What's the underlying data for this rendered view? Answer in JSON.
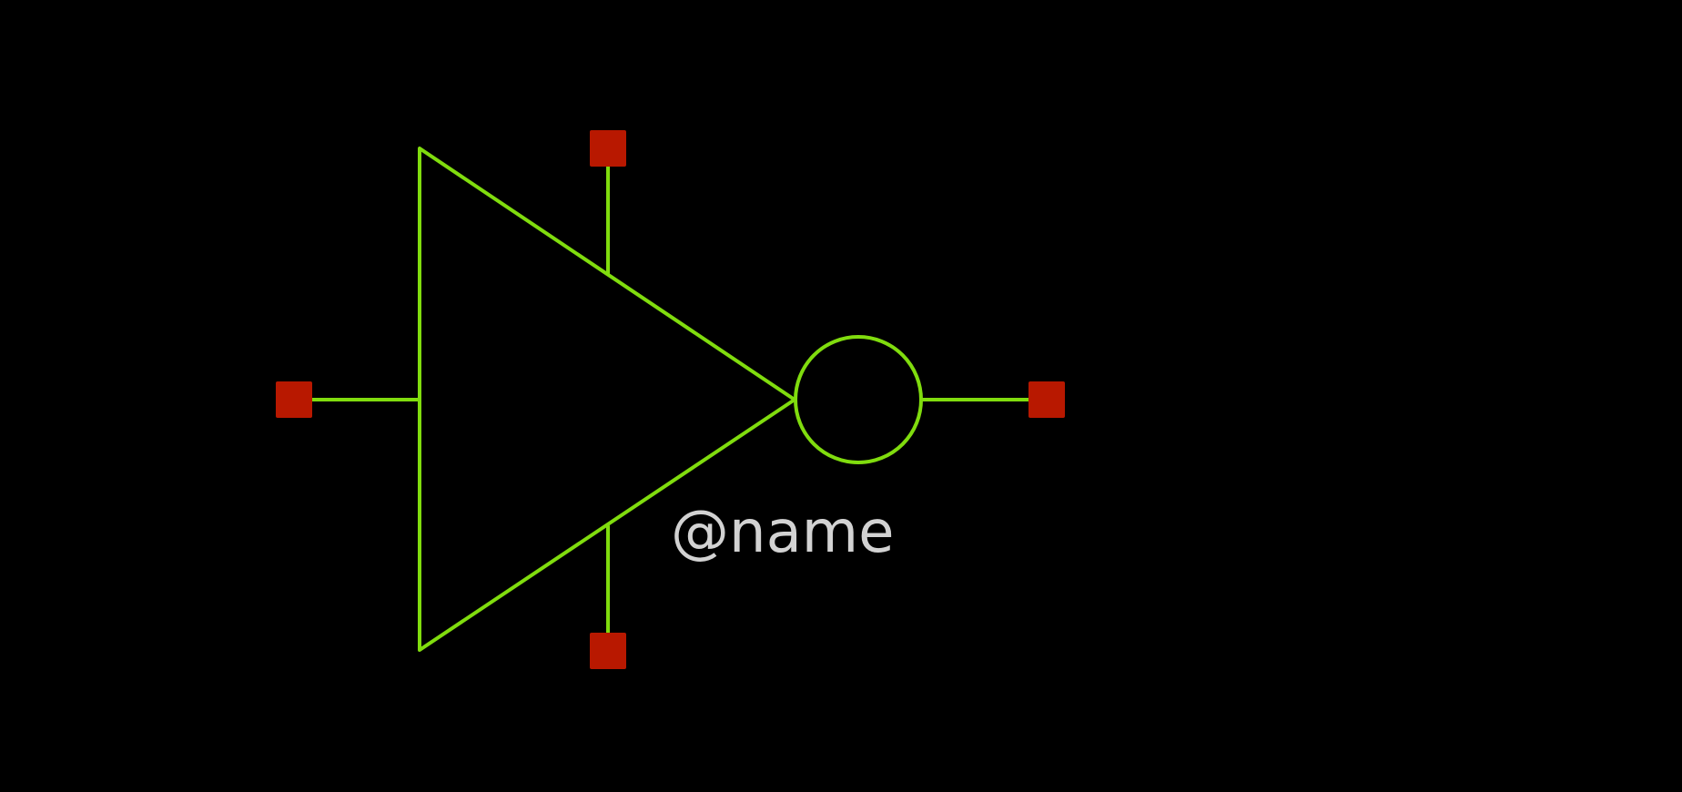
{
  "symbol": {
    "label": "@name",
    "wire_color": "#80dc0e",
    "pin_color": "#b81800",
    "label_color": "#d2d2d2",
    "background": "#000000"
  },
  "pins": [
    {
      "id": "in"
    },
    {
      "id": "top"
    },
    {
      "id": "bottom"
    },
    {
      "id": "out"
    }
  ]
}
